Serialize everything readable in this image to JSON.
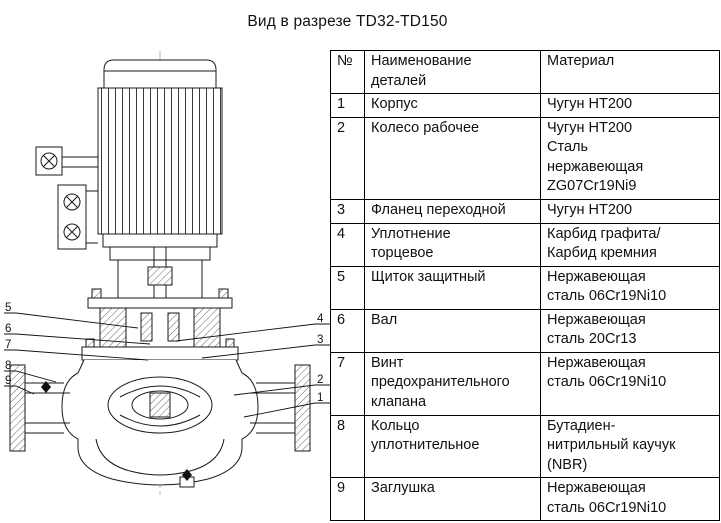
{
  "page": {
    "title": "Вид в разрезе TD32-TD150"
  },
  "drawing": {
    "description": "pump-cross-section",
    "callouts_left": [
      "5",
      "6",
      "7",
      "8",
      "9"
    ],
    "callouts_right": [
      "4",
      "3",
      "2",
      "1"
    ]
  },
  "table": {
    "headers": {
      "num": "№",
      "name": "Наименование\nдеталей",
      "material": "Материал"
    },
    "rows": [
      {
        "num": "1",
        "name": "Корпус",
        "material": "Чугун HT200"
      },
      {
        "num": "2",
        "name": "Колесо рабочее",
        "material": "Чугун HT200\nСталь\nнержавеющая\nZG07Cr19Ni9"
      },
      {
        "num": "3",
        "name": "Фланец переходной",
        "material": "Чугун HT200"
      },
      {
        "num": "4",
        "name": "Уплотнение\nторцевое",
        "material": "Карбид графита/\nКарбид кремния"
      },
      {
        "num": "5",
        "name": "Щиток защитный",
        "material": "Нержавеющая\nсталь 06Cr19Ni10"
      },
      {
        "num": "6",
        "name": "Вал",
        "material": "Нержавеющая\nсталь 20Cr13"
      },
      {
        "num": "7",
        "name": "Винт\nпредохранительного\nклапана",
        "material": "Нержавеющая\nсталь 06Cr19Ni10"
      },
      {
        "num": "8",
        "name": "Кольцо\nуплотнительное",
        "material": "Бутадиен-\nнитрильный каучук\n(NBR)"
      },
      {
        "num": "9",
        "name": "Заглушка",
        "material": "Нержавеющая\nсталь 06Cr19Ni10"
      }
    ]
  }
}
